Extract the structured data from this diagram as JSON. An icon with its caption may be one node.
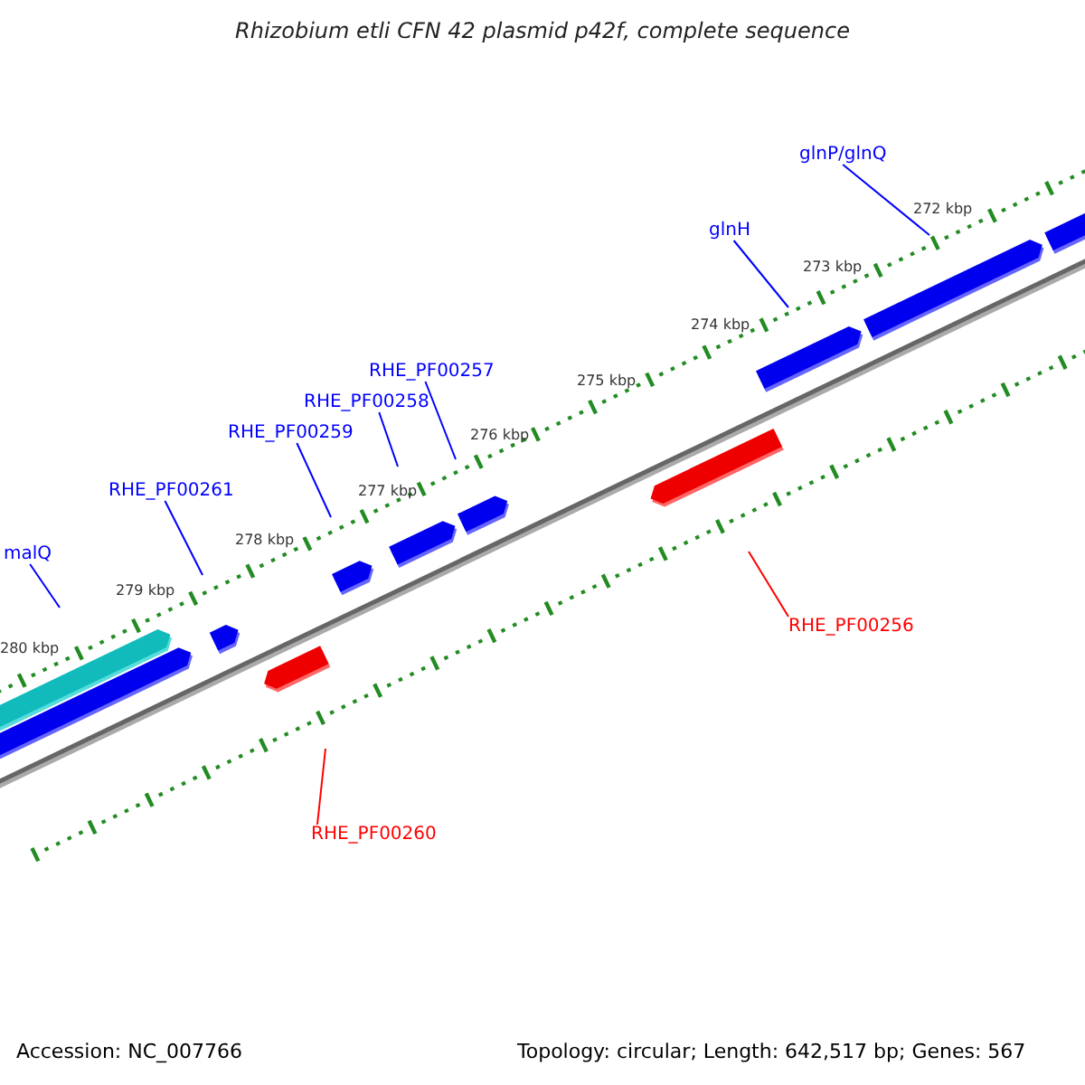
{
  "diagram": {
    "title": "Rhizobium etli CFN 42 plasmid p42f, complete sequence",
    "nodes": [
      {
        "text": [
          "glnP/glnQ"
        ]
      },
      {
        "text": [
          "glnH"
        ]
      },
      {
        "text": [
          "RHE_PF00257"
        ]
      },
      {
        "text": [
          "RHE_PF00258"
        ]
      },
      {
        "text": [
          "RHE_PF00259"
        ]
      },
      {
        "text": [
          "RHE_PF00261"
        ]
      },
      {
        "text": [
          "malQ"
        ]
      },
      {
        "text": [
          "RHE_PF00256"
        ]
      },
      {
        "text": [
          "RHE_PF00260"
        ]
      }
    ],
    "edges": [
      {
        "from": 0,
        "to": null,
        "arrow": "none"
      },
      {
        "from": 1,
        "to": null,
        "arrow": "none"
      },
      {
        "from": 2,
        "to": null,
        "arrow": "none"
      },
      {
        "from": 3,
        "to": null,
        "arrow": "none"
      },
      {
        "from": 4,
        "to": null,
        "arrow": "none"
      },
      {
        "from": 5,
        "to": null,
        "arrow": "none"
      },
      {
        "from": 6,
        "to": null,
        "arrow": "none"
      },
      {
        "from": 7,
        "to": null,
        "arrow": "none",
        "color": "#ff0000"
      },
      {
        "from": 8,
        "to": null,
        "arrow": "none",
        "color": "#ff0000"
      }
    ],
    "labels": [
      "272 kbp",
      "273 kbp",
      "274 kbp",
      "275 kbp",
      "276 kbp",
      "277 kbp",
      "278 kbp",
      "279 kbp",
      "280 kbp",
      "Accession: NC_007766",
      "Topology: circular; Length: 642,517 bp; Genes: 567"
    ]
  }
}
